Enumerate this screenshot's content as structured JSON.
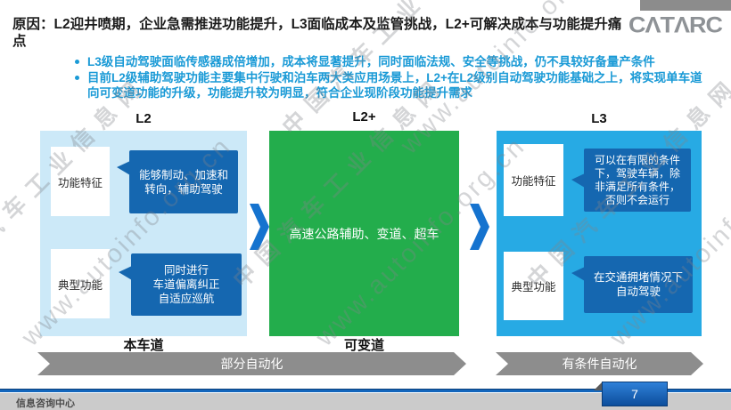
{
  "header": {
    "title": "原因：L2迎井喷期，企业急需推进功能提升，L3面临成本及监管挑战，L2+可解决成本与功能提升痛点",
    "logo": "CΛTΛRC"
  },
  "bullets": [
    "L3级自动驾驶面临传感器成倍增加，成本将显著提升，同时面临法规、安全等挑战，仍不具较好备量产条件",
    "目前L2级辅助驾驶功能主要集中行驶和泊车两大类应用场景上，L2+在L2级别自动驾驶功能基础之上，将实现单车道向可变道功能的升级，功能提升较为明显，符合企业现阶段功能提升需求"
  ],
  "diagram": {
    "l2": {
      "label": "L2",
      "feature_label": "功能特征",
      "feature_text": "能够制动、加速和\n转向，辅助驾驶",
      "typical_label": "典型功能",
      "typical_text": "同时进行\n车道偏离纠正\n自适应巡航",
      "lane": "本车道"
    },
    "l2plus": {
      "label": "L2+",
      "text": "高速公路辅助、变道、超车",
      "lane": "可变道"
    },
    "l3": {
      "label": "L3",
      "feature_label": "功能特征",
      "feature_text": "可以在有限的条件\n下，驾驶车辆，除\n非满足所有条件，\n否则不会运行",
      "typical_label": "典型功能",
      "typical_text": "在交通拥堵情况下\n自动驾驶"
    },
    "banners": {
      "left": "部分自动化",
      "right": "有条件自动化"
    }
  },
  "footer": {
    "org": "信息咨询中心",
    "page": "7"
  },
  "watermark": {
    "cn": "中国汽车工业信息网",
    "url": "www.autoinfo.org.cn"
  },
  "colors": {
    "bullet_blue": "#1a9ad6",
    "l2_panel": "#cce9f8",
    "l3_panel": "#27aae4",
    "bubble_blue": "#1567b0",
    "green_panel": "#23ad4c",
    "chevron_blue": "#1573cf",
    "banner_gray": "#8d8d8d",
    "footer_blue": "#1366bc"
  }
}
